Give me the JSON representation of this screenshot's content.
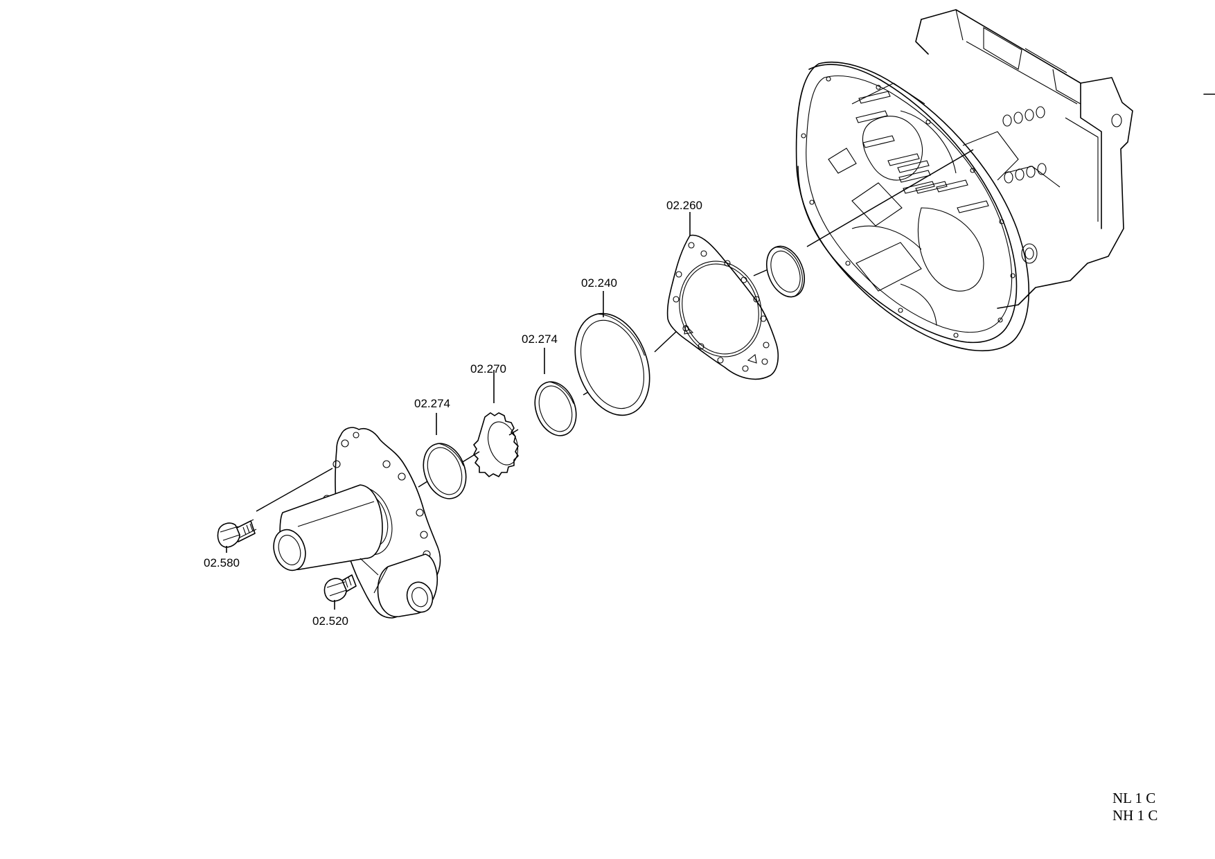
{
  "labels": {
    "p02_260": "02.260",
    "p02_240": "02.240",
    "p02_274_upper": "02.274",
    "p02_270": "02.270",
    "p02_274_lower": "02.274",
    "p02_580": "02.580",
    "p02_520": "02.520"
  },
  "legend": {
    "line1": "NL 1 C",
    "line2": "NH 1 C"
  }
}
